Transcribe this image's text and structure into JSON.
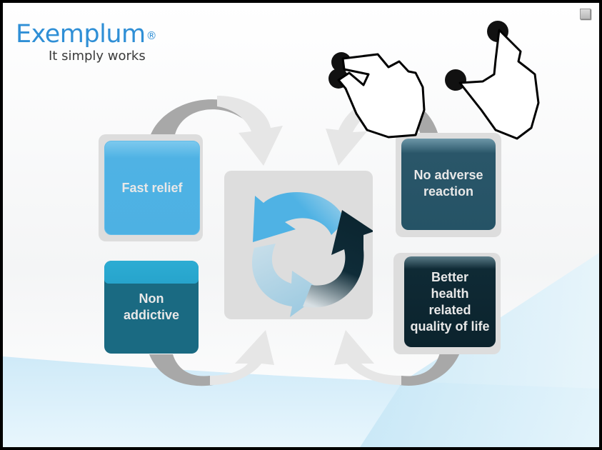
{
  "logo": {
    "name": "Exemplum",
    "registered_mark": "®",
    "tagline": "It simply works"
  },
  "diagram": {
    "tiles": [
      {
        "id": "fast-relief",
        "lines": [
          "Fast relief"
        ],
        "color": "#4db1e3"
      },
      {
        "id": "non-addictive",
        "lines": [
          "Non",
          "addictive"
        ],
        "color": "#1a6a82"
      },
      {
        "id": "no-adverse-reaction",
        "lines": [
          "No adverse",
          "reaction"
        ],
        "color": "#255366"
      },
      {
        "id": "better-health",
        "lines": [
          "Better",
          "health",
          "related",
          "quality of life"
        ],
        "color": "#0b232d"
      }
    ],
    "center_icon": "refresh-cycle-icon"
  },
  "gestures": [
    {
      "icon": "pinch-gesture-icon"
    },
    {
      "icon": "spread-gesture-icon"
    }
  ],
  "colors": {
    "brand": "#2f8fd6",
    "tile_backdrop": "#dddddd",
    "arrow_light": "#e6e6e6",
    "arrow_dark": "#a8a8a8"
  }
}
